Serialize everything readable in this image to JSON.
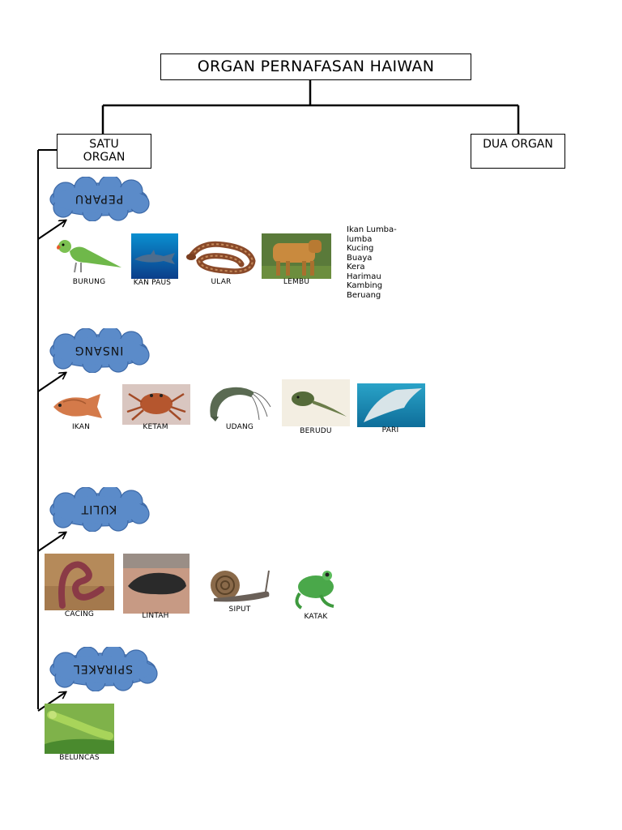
{
  "title": "ORGAN PERNAFASAN HAIWAN",
  "branches": {
    "left": [
      "SATU",
      "ORGAN"
    ],
    "right": "DUA ORGAN"
  },
  "groups": [
    {
      "organ": "PEPARU",
      "animals": [
        "BURUNG",
        "KAN PAUS",
        "ULAR",
        "LEMBU"
      ],
      "others": [
        "Ikan Lumba-",
        "lumba",
        "Kucing",
        "Buaya",
        "Kera",
        "Harimau",
        "Kambing",
        "Beruang"
      ]
    },
    {
      "organ": "INSANG",
      "animals": [
        "IKAN",
        "KETAM",
        "UDANG",
        "BERUDU",
        "PARI"
      ]
    },
    {
      "organ": "KULIT",
      "animals": [
        "CACING",
        "LINTAH",
        "SIPUT",
        "KATAK"
      ]
    },
    {
      "organ": "SPIRAKEL",
      "animals": [
        "BELUNCAS"
      ]
    }
  ]
}
